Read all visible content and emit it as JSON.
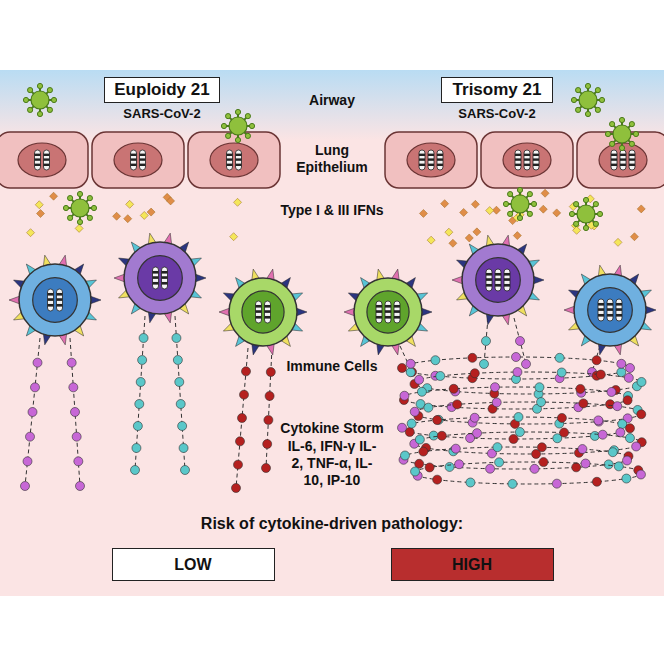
{
  "diagram": {
    "nodes": [
      {
        "text": [
          "Euploidy 21"
        ]
      },
      {
        "text": [
          "Trisomy 21"
        ]
      },
      {
        "text": [
          "LOW"
        ]
      },
      {
        "text": [
          "HIGH"
        ]
      }
    ],
    "labels": [
      "SARS-CoV-2",
      "SARS-CoV-2",
      "Airway",
      "Lung Epithelium",
      "Type I & III IFNs",
      "Immune Cells",
      "Cytokine Storm",
      "IL-6, IFN-γ IL-2, TNF-α, IL-10, IP-10",
      "Risk of cytokine-driven pathology:"
    ]
  }
}
